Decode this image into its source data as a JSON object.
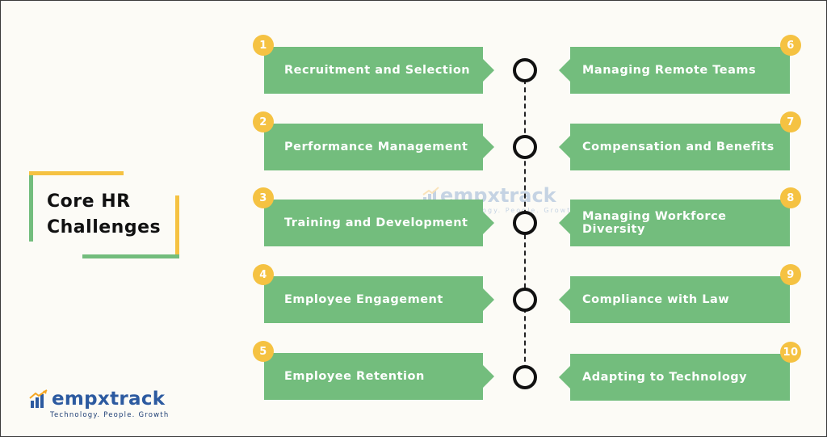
{
  "title": {
    "line1": "Core HR",
    "line2": "Challenges"
  },
  "items_left": [
    {
      "number": "1",
      "label": "Recruitment and Selection"
    },
    {
      "number": "2",
      "label": "Performance Management"
    },
    {
      "number": "3",
      "label": "Training and Development"
    },
    {
      "number": "4",
      "label": "Employee Engagement"
    },
    {
      "number": "5",
      "label": "Employee Retention"
    }
  ],
  "items_right": [
    {
      "number": "6",
      "label": "Managing Remote Teams"
    },
    {
      "number": "7",
      "label": "Compensation and Benefits"
    },
    {
      "number": "8",
      "label": "Managing Workforce Diversity"
    },
    {
      "number": "9",
      "label": "Compliance with Law"
    },
    {
      "number": "10",
      "label": "Adapting to Technology"
    }
  ],
  "brand": {
    "name": "empxtrack",
    "tagline": "Technology. People. Growth",
    "icon": "growth-chart-icon"
  },
  "watermark": {
    "name": "empxtrack",
    "tagline": "Technology. People. Growth"
  },
  "colors": {
    "box_green": "#73bd7d",
    "badge_yellow": "#f5c242",
    "brand_blue": "#2c5aa0",
    "background": "#fcfbf6"
  }
}
